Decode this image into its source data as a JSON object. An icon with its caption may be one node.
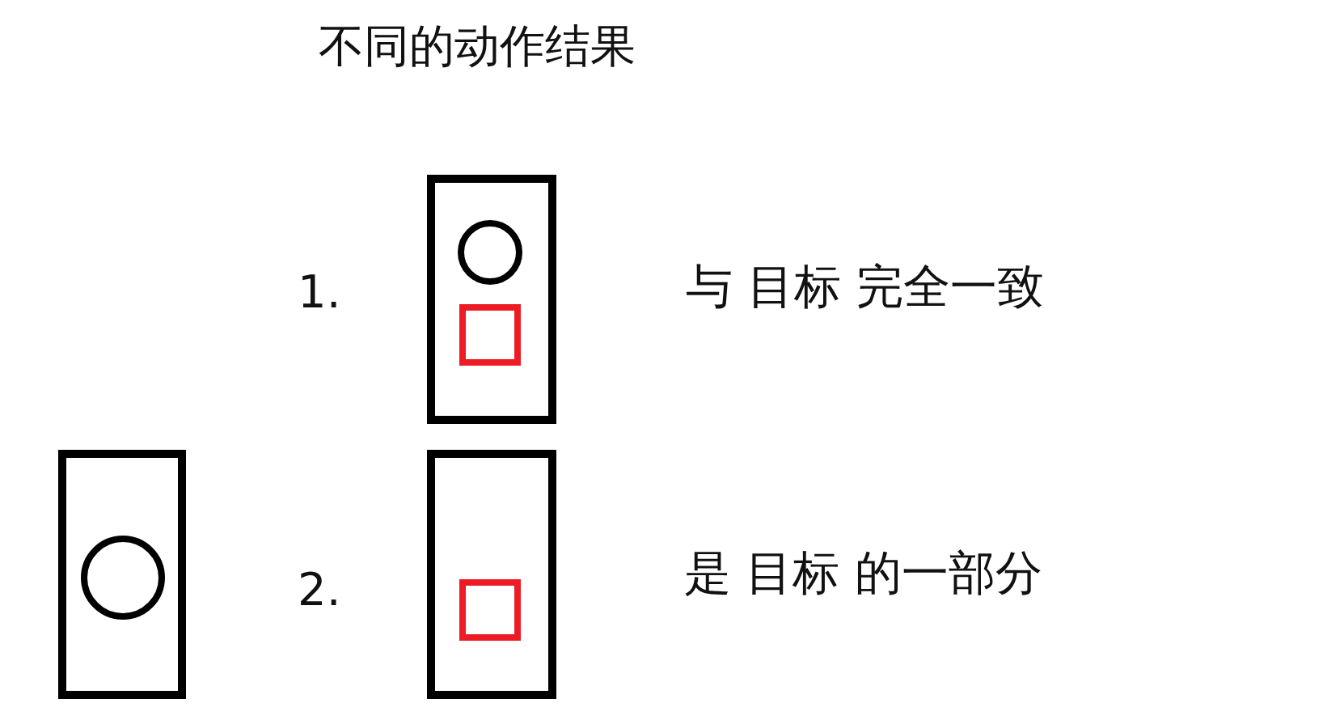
{
  "diagram": {
    "title": "不同的动作结果",
    "nodes": [
      {
        "text": [],
        "shape": "box",
        "beside": [
          "1.",
          "与 目标 完全一致"
        ]
      },
      {
        "text": [],
        "shape": "circle",
        "in": 0
      },
      {
        "text": [],
        "shape": "square",
        "in": 0
      },
      {
        "text": [],
        "shape": "box"
      },
      {
        "text": [],
        "shape": "circle",
        "in": 3
      },
      {
        "text": [],
        "shape": "box",
        "beside": [
          "2.",
          "是 目标 的一部分"
        ]
      },
      {
        "text": [],
        "shape": "square",
        "in": 5
      }
    ]
  }
}
